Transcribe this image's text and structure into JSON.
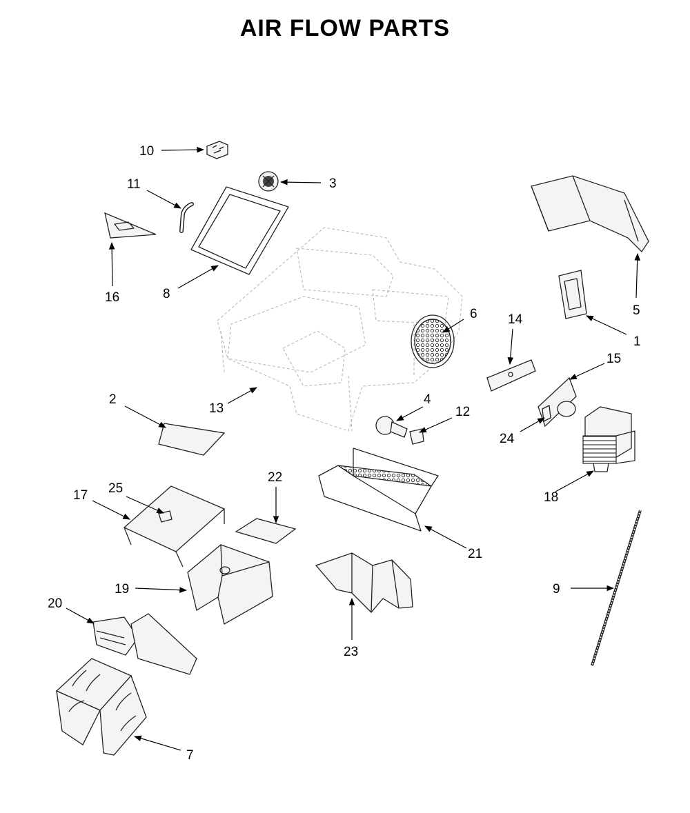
{
  "title": "AIR FLOW PARTS",
  "callouts": {
    "c1": "1",
    "c2": "2",
    "c3": "3",
    "c4": "4",
    "c5": "5",
    "c6": "6",
    "c7": "7",
    "c8": "8",
    "c9": "9",
    "c10": "10",
    "c11": "11",
    "c12": "12",
    "c13": "13",
    "c14": "14",
    "c15": "15",
    "c16": "16",
    "c17": "17",
    "c18": "18",
    "c19": "19",
    "c20": "20",
    "c21": "21",
    "c22": "22",
    "c23": "23",
    "c24": "24",
    "c25": "25"
  },
  "colors": {
    "line": "#222222",
    "ghost": "#b9b9b9",
    "background": "#ffffff"
  }
}
